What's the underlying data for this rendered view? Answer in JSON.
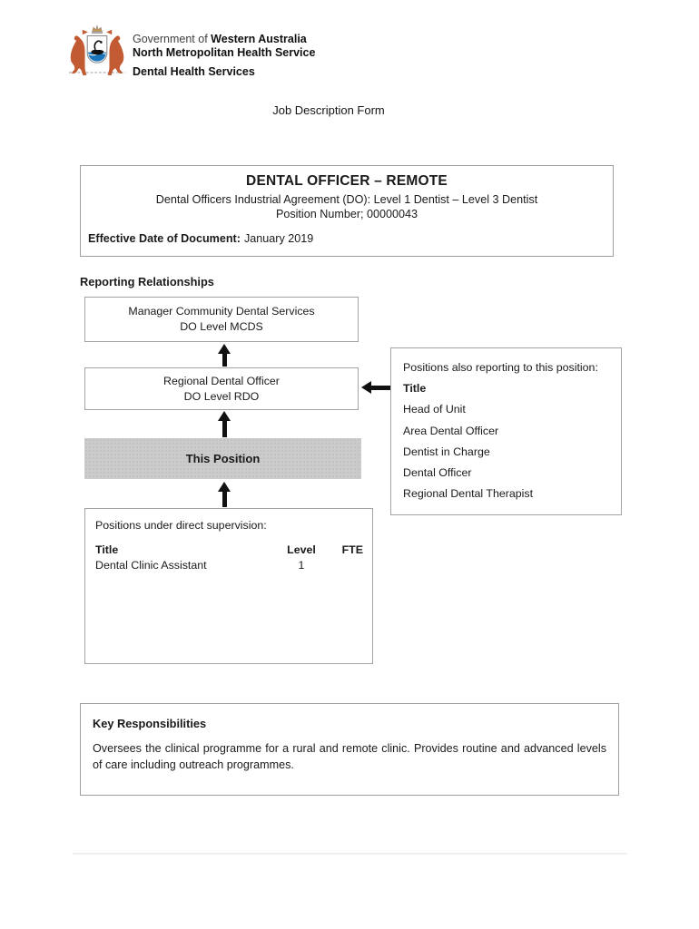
{
  "document": {
    "logo": {
      "name": "Government of Western Australia coat of arms",
      "gov_prefix": "Government of",
      "gov_bold": "Western Australia",
      "service_line": "North Metropolitan Health Service",
      "division_line": "Dental Health Services"
    },
    "form_title": "Job Description Form",
    "title_box": {
      "position_title": "DENTAL OFFICER – REMOTE",
      "agreement_line": "Dental Officers Industrial Agreement (DO): Level 1 Dentist – Level 3 Dentist",
      "position_number_line": "Position Number; 00000043",
      "effective_date_label": "Effective Date of Document:",
      "effective_date_value": "January 2019"
    },
    "reporting_relationships": {
      "heading": "Reporting Relationships",
      "manager_box": {
        "line1": "Manager Community Dental Services",
        "line2": "DO Level MCDS"
      },
      "regional_box": {
        "line1": "Regional Dental Officer",
        "line2": "DO Level RDO"
      },
      "this_position_label": "This Position",
      "also_reporting_box": {
        "heading": "Positions also reporting to this position:",
        "column_label": "Title",
        "positions": [
          "Head of Unit",
          "Area Dental Officer",
          "Dentist in Charge",
          "Dental Officer",
          "Regional Dental Therapist"
        ]
      },
      "supervision_box": {
        "heading": "Positions under direct supervision:",
        "columns": {
          "title": "Title",
          "level": "Level",
          "fte": "FTE"
        },
        "rows": [
          {
            "title": "Dental Clinic Assistant",
            "level": "1",
            "fte": ""
          }
        ]
      }
    },
    "key_responsibilities": {
      "heading": "Key Responsibilities",
      "body": "Oversees the clinical programme for a rural and remote clinic. Provides routine and advanced levels of care including outreach programmes."
    },
    "colors": {
      "this_position_fill": "#cbcbcb",
      "box_border": "#9e9e9e",
      "arrow_black": "#111111",
      "shield_blue": "#1b75bb",
      "kangaroo_orange": "#c25b33",
      "divider_gray": "#efefef"
    }
  }
}
